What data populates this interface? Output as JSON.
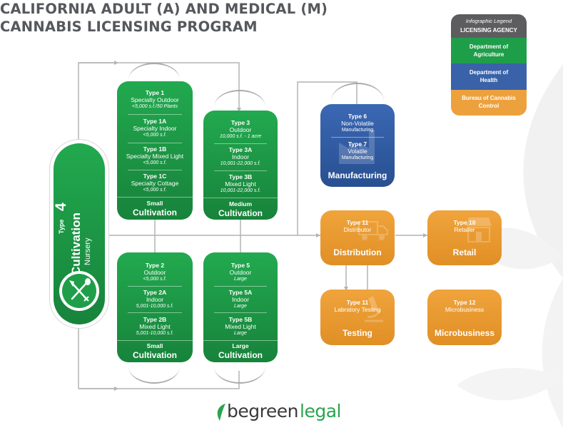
{
  "title": {
    "line1": "CALIFORNIA ADULT (A) AND MEDICAL (M)",
    "line2": "CANNABIS LICENSING PROGRAM"
  },
  "legend": {
    "caption": "Infographic Legend",
    "heading": "LICENSING AGENCY",
    "agriculture": "Department of Agriculture",
    "health": "Department of Health",
    "bureau": "Bureau of Cannabis Control",
    "colors": {
      "header": "#5d5d5f",
      "agriculture": "#1f9e4a",
      "health": "#3a62a8",
      "bureau": "#eda13c"
    }
  },
  "nursery": {
    "type_label": "Type",
    "type_number": "4",
    "category": "Cultivation",
    "subcategory": "Nursery",
    "icon": "tools-icon"
  },
  "small_top": {
    "licenses": [
      {
        "type": "Type 1",
        "name": "Specialty Outdoor",
        "size": "<5,000 s.f./50 Plants"
      },
      {
        "type": "Type 1A",
        "name": "Specialty Indoor",
        "size": "<5,000 s.f."
      },
      {
        "type": "Type 1B",
        "name": "Specialty Mixed Light",
        "size": "<5,000 s.f."
      },
      {
        "type": "Type 1C",
        "name": "Specialty Cottage",
        "size": "<5,000 s.f."
      }
    ],
    "size_label": "Small",
    "category": "Cultivation"
  },
  "medium_top": {
    "licenses": [
      {
        "type": "Type 3",
        "name": "Outdoor",
        "size": "10,000 s.f. - 1 acre"
      },
      {
        "type": "Type 3A",
        "name": "Indoor",
        "size": "10,001-22,000 s.f."
      },
      {
        "type": "Type 3B",
        "name": "Mixed Light",
        "size": "10,001-22,000 s.f."
      }
    ],
    "size_label": "Medium",
    "category": "Cultivation"
  },
  "small_bottom": {
    "licenses": [
      {
        "type": "Type 2",
        "name": "Outdoor",
        "size": "<5,000 s.f."
      },
      {
        "type": "Type 2A",
        "name": "Indoor",
        "size": "5,001-10,000 s.f."
      },
      {
        "type": "Type 2B",
        "name": "Mixed Light",
        "size": "5,001-10,000 s.f."
      }
    ],
    "size_label": "Small",
    "category": "Cultivation"
  },
  "large_bottom": {
    "licenses": [
      {
        "type": "Type 5",
        "name": "Outdoor",
        "size": "Large"
      },
      {
        "type": "Type 5A",
        "name": "Indoor",
        "size": "Large"
      },
      {
        "type": "Type 5B",
        "name": "Mixed Light",
        "size": "Large"
      }
    ],
    "size_label": "Large",
    "category": "Cultivation"
  },
  "manufacturing": {
    "licenses": [
      {
        "type": "Type 6",
        "name": "Non-Volatile",
        "size": "Manufacturing"
      },
      {
        "type": "Type 7",
        "name": "Volatile",
        "size": "Manufacturing"
      }
    ],
    "category": "Manufacturing"
  },
  "distribution": {
    "type": "Type 11",
    "name": "Distributor",
    "category": "Distribution"
  },
  "retail": {
    "type": "Type 10",
    "name": "Retailer",
    "category": "Retail"
  },
  "testing": {
    "type": "Type 11",
    "name": "Labratory Testing",
    "category": "Testing"
  },
  "microbusiness": {
    "type": "Type 12",
    "name": "Microbusiness",
    "category": "Microbusiness"
  },
  "brand": {
    "part1": "begreen",
    "part2": "legal",
    "color1": "#3a3a3a",
    "color2": "#2aa44f"
  }
}
